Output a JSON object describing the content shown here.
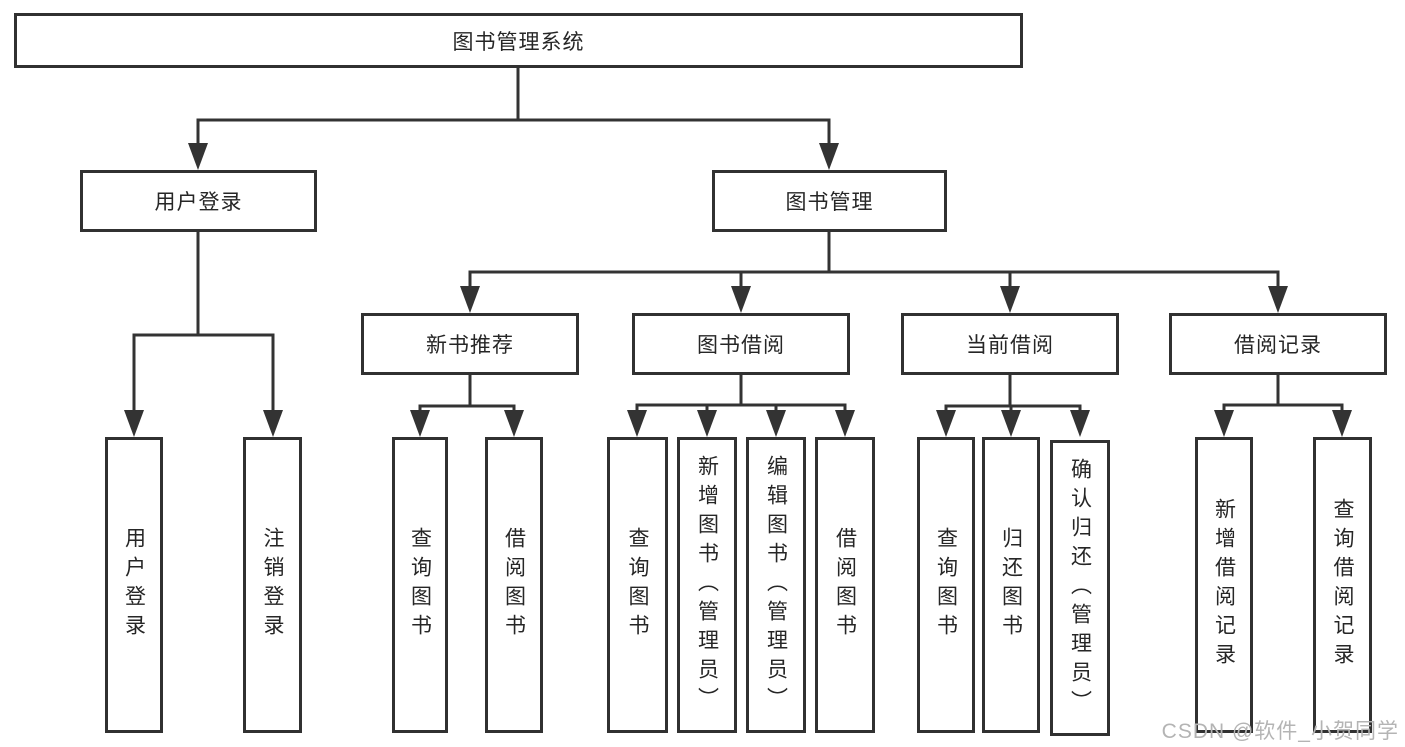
{
  "diagram": {
    "root": {
      "label": "图书管理系统"
    },
    "level2": {
      "user_login": {
        "label": "用户登录"
      },
      "book_mgmt": {
        "label": "图书管理"
      }
    },
    "level3": {
      "new_rec": {
        "label": "新书推荐"
      },
      "book_borrow": {
        "label": "图书借阅"
      },
      "cur_borrow": {
        "label": "当前借阅"
      },
      "borrow_rec": {
        "label": "借阅记录"
      }
    },
    "leaves": {
      "ul_login": {
        "label": "用户登录"
      },
      "ul_logout": {
        "label": "注销登录"
      },
      "nb_query": {
        "label": "查询图书"
      },
      "nb_borrow": {
        "label": "借阅图书"
      },
      "bb_query": {
        "label": "查询图书"
      },
      "bb_add": {
        "label": "新增图书（管理员）"
      },
      "bb_edit": {
        "label": "编辑图书（管理员）"
      },
      "bb_borrow": {
        "label": "借阅图书"
      },
      "cb_query": {
        "label": "查询图书"
      },
      "cb_return": {
        "label": "归还图书"
      },
      "cb_confirm": {
        "label": "确认归还（管理员）"
      },
      "br_add": {
        "label": "新增借阅记录"
      },
      "br_query": {
        "label": "查询借阅记录"
      }
    }
  },
  "watermark": "CSDN @软件_小贺同学",
  "colors": {
    "line": "#333333",
    "box_border": "#313131",
    "text": "#262626",
    "watermark": "#b4b4b4",
    "background": "#ffffff"
  }
}
